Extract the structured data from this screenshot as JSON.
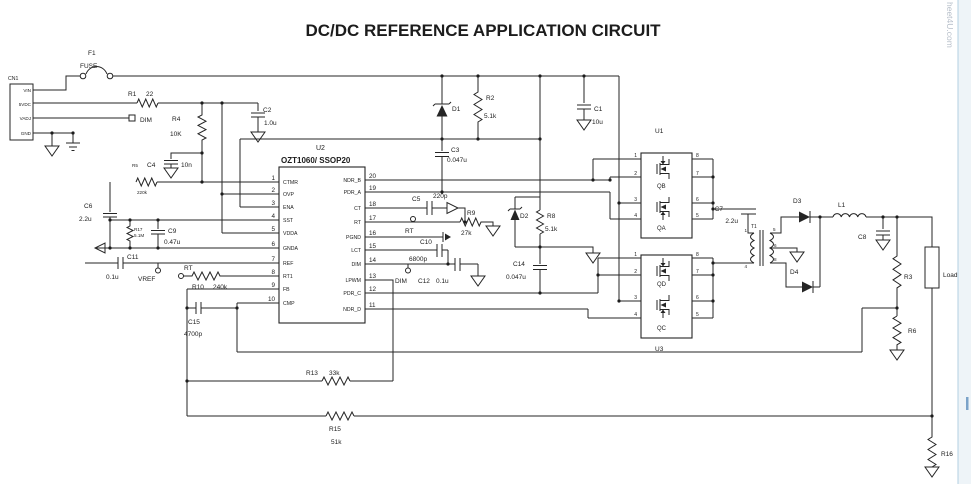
{
  "title": "DC/DC REFERENCE APPLICATION CIRCUIT",
  "watermark": "heet4U.com",
  "connector": {
    "ref": "CN1",
    "pins": [
      "VIN",
      "5VDC",
      "VADJ",
      "GND"
    ]
  },
  "labels": {
    "f1": "F1",
    "fuse": "FUSE",
    "r1": "R1",
    "r1v": "22",
    "dim_in": "DIM",
    "r4": "R4",
    "r4v": "10K",
    "c2": "C2",
    "c2v": "1.0u",
    "r5": "R5",
    "r5v": "220k",
    "c4": "C4",
    "c4v": "10n",
    "c6": "C6",
    "c6v": "2.2u",
    "r17": "R17",
    "r17v": "5.1M",
    "c9": "C9",
    "c9v": "0.47u",
    "c11": "C11",
    "c11v": "0.1u",
    "vref": "VREF",
    "rt_fb": "RT",
    "r10": "R10",
    "r10v": "240k",
    "c15": "C15",
    "c15v": "4700p",
    "d1": "D1",
    "r2": "R2",
    "r2v": "5.1k",
    "c1": "C1",
    "c1v": "10u",
    "c3": "C3",
    "c3v": "0.047u",
    "c5": "C5",
    "c5v": "220p",
    "r9": "R9",
    "r9v": "27k",
    "rt_osc": "RT",
    "c10": "C10",
    "c10v": "6800p",
    "dim_out": "DIM",
    "c12": "C12",
    "c12v": "0.1u",
    "d2": "D2",
    "r8": "R8",
    "r8v": "5.1k",
    "c14": "C14",
    "c14v": "0.047u",
    "c7": "C7",
    "c7v": "2.2u",
    "d3": "D3",
    "d4": "D4",
    "l1": "L1",
    "c8": "C8",
    "r3": "R3",
    "r6": "R6",
    "load": "Load",
    "r16": "R16",
    "r13": "R13",
    "r13v": "33k",
    "r15": "R15",
    "r15v": "51k",
    "u1": "U1",
    "u3": "U3",
    "t1": "T1"
  },
  "ic": {
    "ref": "U2",
    "part": "OZT1060/ SSOP20",
    "left_pins": [
      {
        "num": "1",
        "name": "CTMR"
      },
      {
        "num": "2",
        "name": "OVP"
      },
      {
        "num": "3",
        "name": "ENA"
      },
      {
        "num": "4",
        "name": "SST"
      },
      {
        "num": "5",
        "name": "VDDA"
      },
      {
        "num": "6",
        "name": "GNDA"
      },
      {
        "num": "7",
        "name": "REF"
      },
      {
        "num": "8",
        "name": "RT1"
      },
      {
        "num": "9",
        "name": "FB"
      },
      {
        "num": "10",
        "name": "CMP"
      }
    ],
    "right_pins": [
      {
        "num": "20",
        "name": "NDR_B"
      },
      {
        "num": "19",
        "name": "PDR_A"
      },
      {
        "num": "18",
        "name": "CT"
      },
      {
        "num": "17",
        "name": "RT"
      },
      {
        "num": "16",
        "name": "PGND"
      },
      {
        "num": "15",
        "name": "LCT"
      },
      {
        "num": "14",
        "name": "DIM"
      },
      {
        "num": "13",
        "name": "LPWM"
      },
      {
        "num": "12",
        "name": "PDR_C"
      },
      {
        "num": "11",
        "name": "NDR_D"
      }
    ]
  },
  "bridge": {
    "fets": [
      "QB",
      "QA",
      "QD",
      "QC"
    ],
    "pins_left": [
      "1",
      "2",
      "3",
      "4"
    ],
    "pins_right": [
      "8",
      "7",
      "6",
      "5"
    ]
  },
  "t1_pins": {
    "p1": "1",
    "p4": "4",
    "s5": "5",
    "s6": "6",
    "s8": "8"
  }
}
